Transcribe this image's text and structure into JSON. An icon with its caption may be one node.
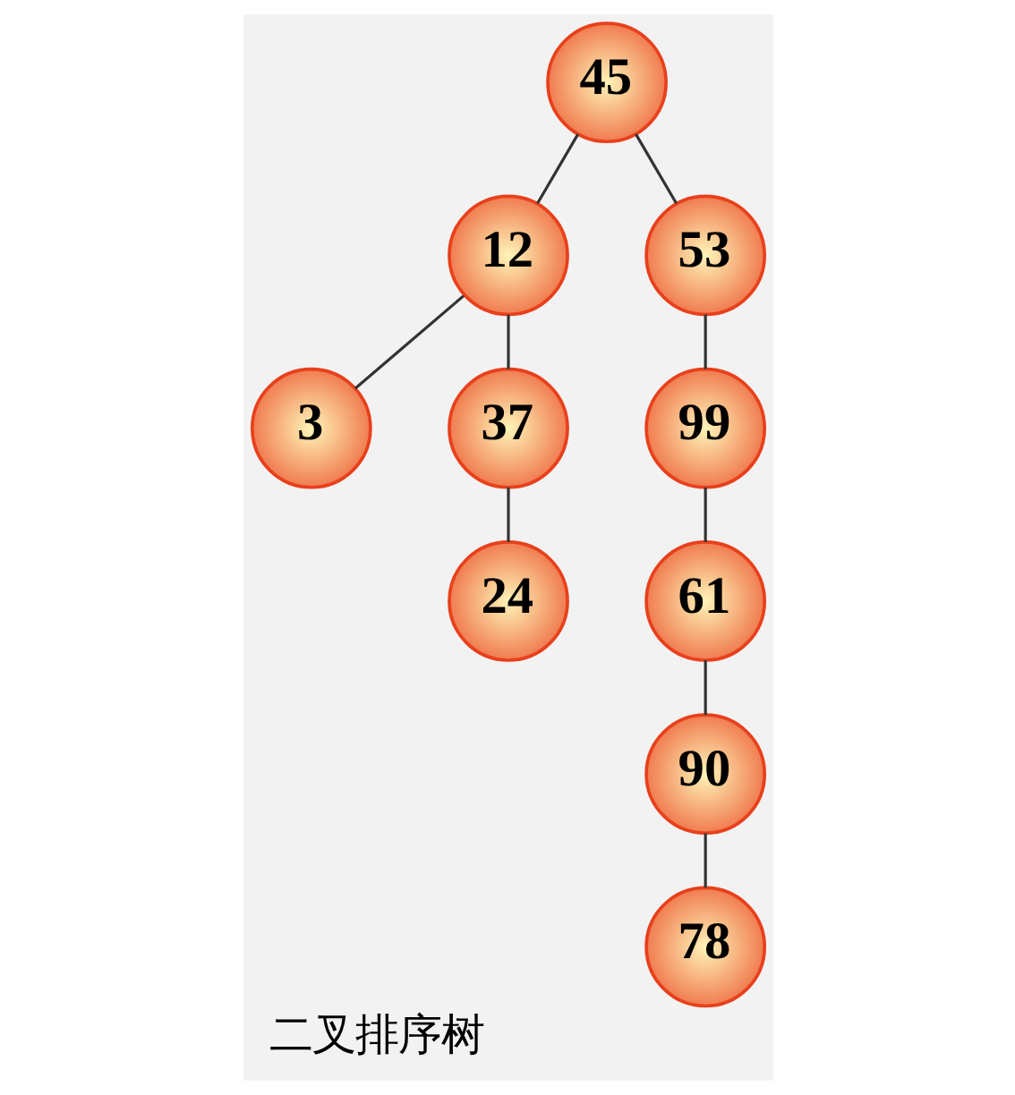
{
  "diagram": {
    "caption": "二叉排序树",
    "nodes": [
      {
        "text": [
          "45"
        ]
      },
      {
        "text": [
          "12"
        ]
      },
      {
        "text": [
          "53"
        ]
      },
      {
        "text": [
          "3"
        ]
      },
      {
        "text": [
          "37"
        ]
      },
      {
        "text": [
          "99"
        ]
      },
      {
        "text": [
          "24"
        ]
      },
      {
        "text": [
          "61"
        ]
      },
      {
        "text": [
          "90"
        ]
      },
      {
        "text": [
          "78"
        ]
      }
    ],
    "edges": [
      {
        "from": 0,
        "to": 1,
        "arrow": "none"
      },
      {
        "from": 0,
        "to": 2,
        "arrow": "none"
      },
      {
        "from": 1,
        "to": 3,
        "arrow": "none"
      },
      {
        "from": 1,
        "to": 4,
        "arrow": "none"
      },
      {
        "from": 2,
        "to": 5,
        "arrow": "none"
      },
      {
        "from": 4,
        "to": 6,
        "arrow": "none"
      },
      {
        "from": 5,
        "to": 7,
        "arrow": "none"
      },
      {
        "from": 7,
        "to": 8,
        "arrow": "none"
      },
      {
        "from": 8,
        "to": 9,
        "arrow": "none"
      }
    ]
  }
}
